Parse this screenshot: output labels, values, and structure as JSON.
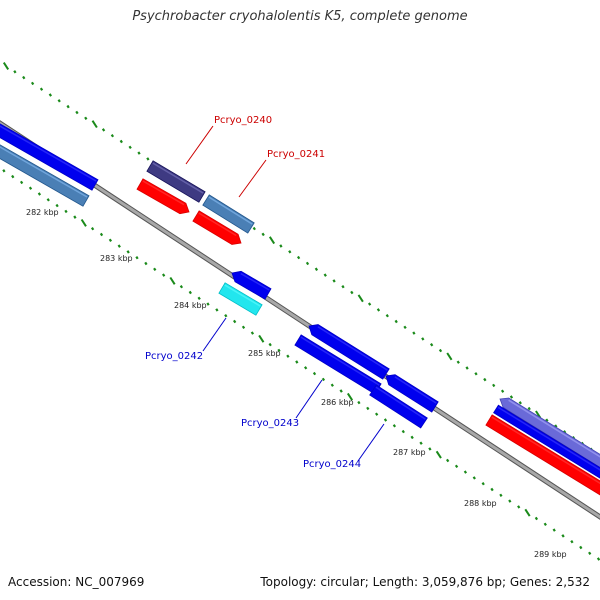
{
  "title": "Psychrobacter cryohalolentis K5, complete genome",
  "footer": {
    "accession": "Accession: NC_007969",
    "summary": "Topology: circular; Length: 3,059,876 bp; Genes: 2,532"
  },
  "scale_labels": [
    "282 kbp",
    "283 kbp",
    "284 kbp",
    "285 kbp",
    "286 kbp",
    "287 kbp",
    "288 kbp",
    "289 kbp"
  ],
  "gene_labels": [
    {
      "name": "Pcryo_0240",
      "strand": "forward"
    },
    {
      "name": "Pcryo_0241",
      "strand": "forward"
    },
    {
      "name": "Pcryo_0242",
      "strand": "reverse"
    },
    {
      "name": "Pcryo_0243",
      "strand": "reverse"
    },
    {
      "name": "Pcryo_0244",
      "strand": "reverse"
    }
  ],
  "colors": {
    "forward_cds": "#ff0000",
    "reverse_cds": "#0000ee",
    "gene_steelblue": "#4a7fb5",
    "gene_purple": "#3e3a82",
    "gene_cyan": "#22e6ee",
    "backbone": "#8a8a8a",
    "tick": "#1a8a1a"
  }
}
